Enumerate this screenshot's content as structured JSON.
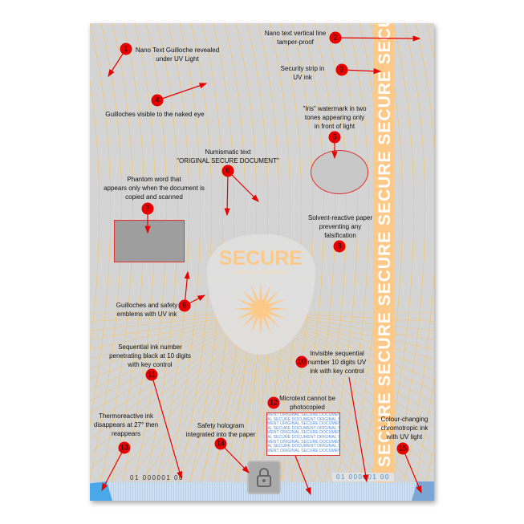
{
  "colors": {
    "accent": "#e60000",
    "strip": "#fcc989",
    "paper": "#d4d4d4",
    "guilloche": "#f5c56a"
  },
  "strip_text": "SECURE SECURE SECURE SECURE SECURE SECURE",
  "emblem": {
    "title": "SECURE",
    "subtitle": "ORIGINAL SECURE DOCUMENT"
  },
  "microtext": "MENT ORIGINAL SECURE DOCUMENT",
  "microtext_small": "AL SECURE DOCUMENT ORIGINAL SECURE DOCUMENT",
  "serial_black": "01 000001 00",
  "serial_uv": "01 000001 00",
  "hologram_icon": "padlock-icon",
  "annotations": [
    {
      "n": "1",
      "text": "Nano Text Guilloche revealed\nunder UV Light"
    },
    {
      "n": "2",
      "text": "Nano text vertical line\ntamper-proof"
    },
    {
      "n": "3",
      "text": "Security strip in\nUV ink"
    },
    {
      "n": "4",
      "text": "Guilloches visible to the naked eye"
    },
    {
      "n": "5",
      "text": "\"Iris\" watermark in two\ntones appearing only\nin front of light"
    },
    {
      "n": "6",
      "text": "Numismatic text\n\"ORIGINAL SECURE DOCUMENT\""
    },
    {
      "n": "7",
      "text": "Phantom word that\nappears only when the document is\ncopied and scanned"
    },
    {
      "n": "8",
      "text": "Solvent-reactive paper\npreventing any\nfalsification"
    },
    {
      "n": "9",
      "text": "Guilloches and safety\nemblems with UV ink"
    },
    {
      "n": "10",
      "text": "Invisible sequential\nnumber 10 digits UV\nink with key control"
    },
    {
      "n": "11",
      "text": "Sequential ink number\npenetrating black at 10 digits\nwith key control"
    },
    {
      "n": "12",
      "text": "Microtext cannot be\nphotocopied"
    },
    {
      "n": "13",
      "text": "Thermoreactive ink\ndisappears at 27° then\nreappears"
    },
    {
      "n": "14",
      "text": "Safety hologram\nintegrated into the paper"
    },
    {
      "n": "15",
      "text": "Colour-changing\nchromotropic ink\nwith UV light"
    }
  ]
}
